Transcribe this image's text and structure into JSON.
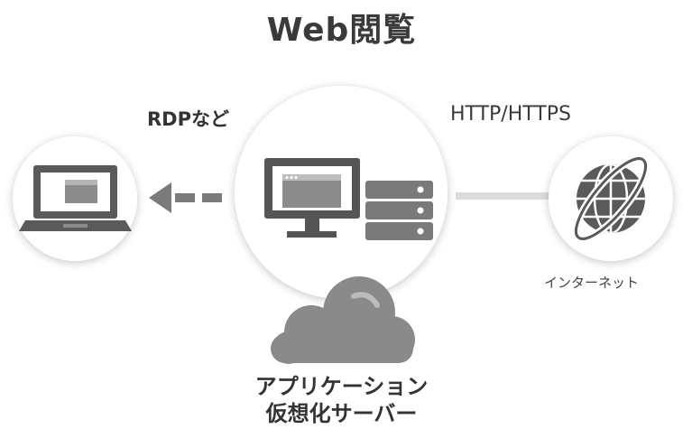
{
  "title": "Web閲覧",
  "labels": {
    "rdp": "RDPなど",
    "http": "HTTP/HTTPS",
    "internet": "インターネット",
    "app_line1": "アプリケーション",
    "app_line2": "仮想化サーバー"
  },
  "icons": {
    "client": "laptop-icon",
    "server": "monitor-server-icon",
    "internet": "globe-icon",
    "cloud": "cloud-icon",
    "arrow": "dashed-arrow-left-icon"
  },
  "colors": {
    "circle": "#ffffff",
    "icon_dark": "#555555",
    "icon_mid": "#777777",
    "cloud": "#8a8a8a",
    "line": "#dcdcdc"
  }
}
